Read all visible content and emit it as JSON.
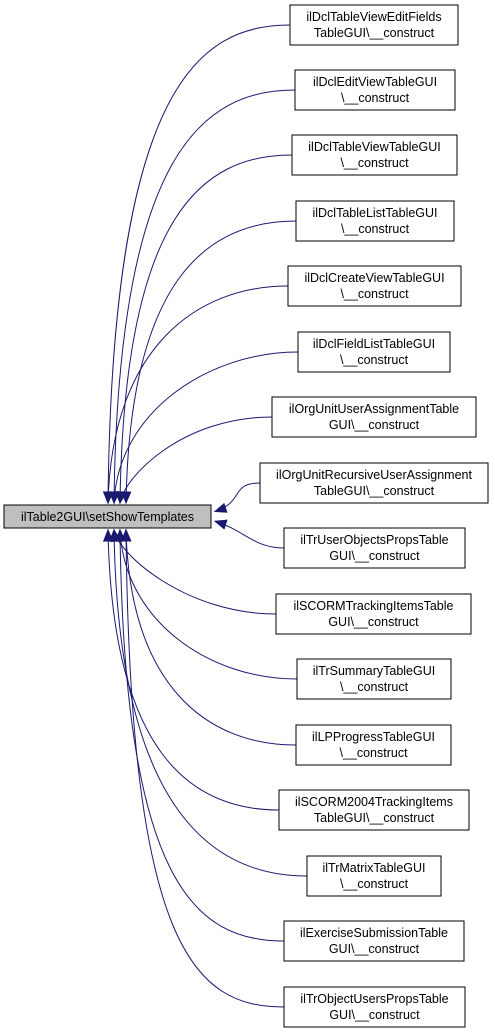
{
  "root": {
    "label": "ilTable2GUI\\setShowTemplates"
  },
  "callers": [
    {
      "line1": "ilDclTableViewEditFields",
      "line2": "TableGUI\\__construct"
    },
    {
      "line1": "ilDclEditViewTableGUI",
      "line2": "\\__construct"
    },
    {
      "line1": "ilDclTableViewTableGUI",
      "line2": "\\__construct"
    },
    {
      "line1": "ilDclTableListTableGUI",
      "line2": "\\__construct"
    },
    {
      "line1": "ilDclCreateViewTableGUI",
      "line2": "\\__construct"
    },
    {
      "line1": "ilDclFieldListTableGUI",
      "line2": "\\__construct"
    },
    {
      "line1": "ilOrgUnitUserAssignmentTable",
      "line2": "GUI\\__construct"
    },
    {
      "line1": "ilOrgUnitRecursiveUserAssignment",
      "line2": "TableGUI\\__construct"
    },
    {
      "line1": "ilTrUserObjectsPropsTable",
      "line2": "GUI\\__construct"
    },
    {
      "line1": "ilSCORMTrackingItemsTable",
      "line2": "GUI\\__construct"
    },
    {
      "line1": "ilTrSummaryTableGUI",
      "line2": "\\__construct"
    },
    {
      "line1": "ilLPProgressTableGUI",
      "line2": "\\__construct"
    },
    {
      "line1": "ilSCORM2004TrackingItems",
      "line2": "TableGUI\\__construct"
    },
    {
      "line1": "ilTrMatrixTableGUI",
      "line2": "\\__construct"
    },
    {
      "line1": "ilExerciseSubmissionTable",
      "line2": "GUI\\__construct"
    },
    {
      "line1": "ilTrObjectUsersPropsTable",
      "line2": "GUI\\__construct"
    }
  ],
  "colors": {
    "edge": "#191970",
    "root_fill": "#bfbfbf",
    "node_fill": "#ffffff",
    "border": "#000000"
  }
}
